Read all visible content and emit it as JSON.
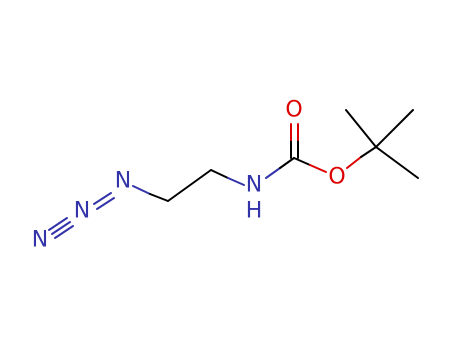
{
  "colors": {
    "bond": "#000000",
    "nitrogen": "#3333aa",
    "oxygen": "#dd0000",
    "background": "#ffffff"
  },
  "atoms": {
    "n_terminal": "N",
    "n_middle": "N",
    "n_azide": "N",
    "n_amide": "N",
    "h_amide": "H",
    "o_carbonyl": "O",
    "o_ester": "O"
  }
}
